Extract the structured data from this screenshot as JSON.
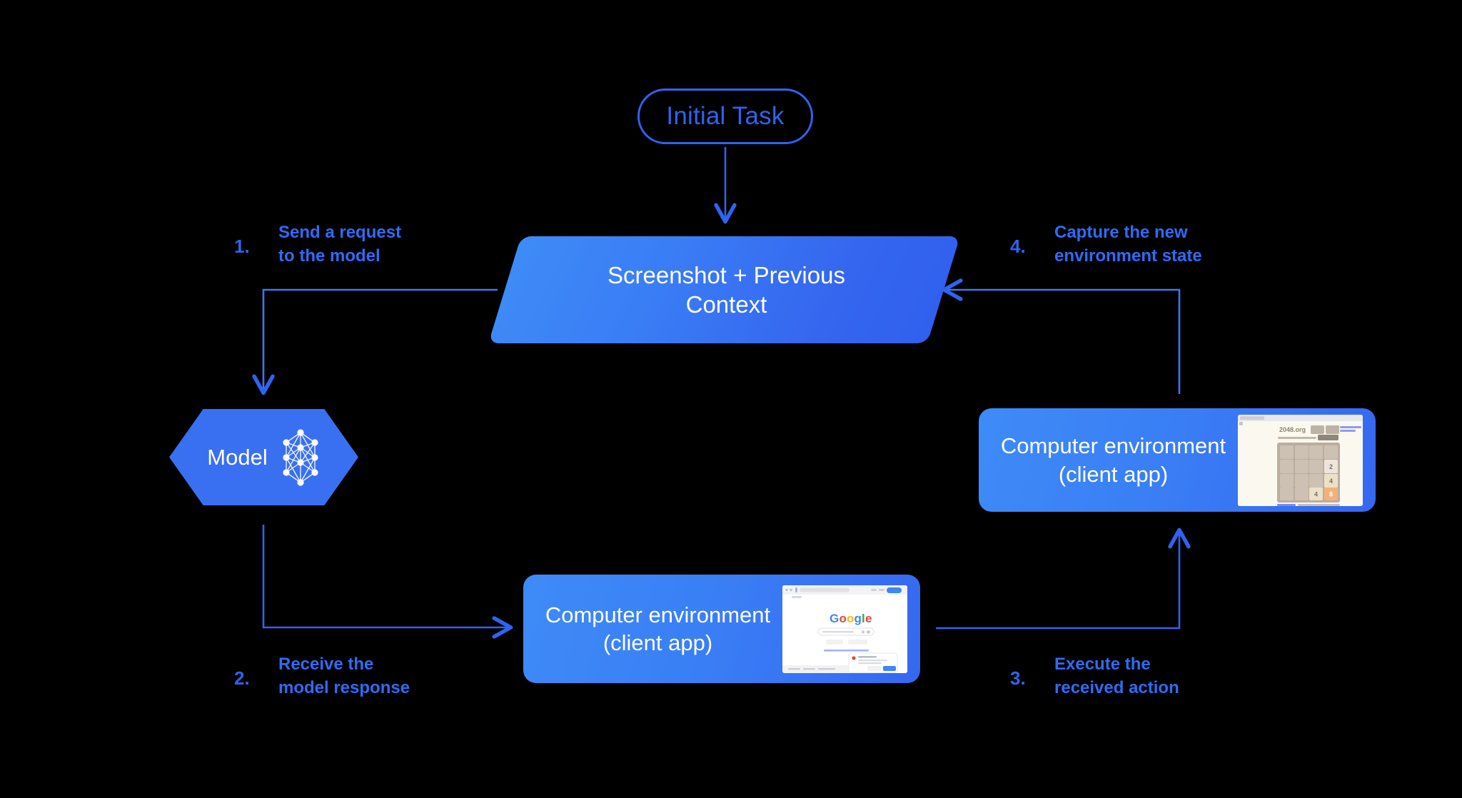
{
  "diagram": {
    "title": "Computer-use agent loop",
    "background_color": "#000000",
    "accent_color": "#2f63f0",
    "node_gradient_from": "#3e8bf7",
    "node_gradient_to": "#3060ee",
    "node_text_color": "#ffffff"
  },
  "nodes": {
    "initial_task": {
      "label": "Initial Task",
      "shape": "pill"
    },
    "context": {
      "line1": "Screenshot + Previous",
      "line2": "Context",
      "shape": "parallelogram"
    },
    "model": {
      "label": "Model",
      "icon": "neural-network-icon",
      "shape": "hexagon"
    },
    "client_app_bottom": {
      "line1": "Computer environment",
      "line2": "(client app)",
      "shape": "rounded-rect",
      "thumbnail": "google-search-homepage-screenshot"
    },
    "client_app_right": {
      "line1": "Computer environment",
      "line2": "(client app)",
      "shape": "rounded-rect",
      "thumbnail": "2048-game-screenshot"
    }
  },
  "steps": [
    {
      "number": "1.",
      "text": "Send a request\nto the model"
    },
    {
      "number": "2.",
      "text": "Receive the\nmodel response"
    },
    {
      "number": "3.",
      "text": "Execute the\nreceived action"
    },
    {
      "number": "4.",
      "text": "Capture the new\nenvironment state"
    }
  ],
  "thumbnails": {
    "game_2048": {
      "site_title": "2048.org",
      "tiles": [
        "2",
        "4",
        "4",
        "8"
      ],
      "board_size": "4x4"
    },
    "google_home": {
      "logo": "Google",
      "logo_colors": [
        "#4285f4",
        "#ea4335",
        "#fbbc05",
        "#34a853"
      ]
    }
  }
}
